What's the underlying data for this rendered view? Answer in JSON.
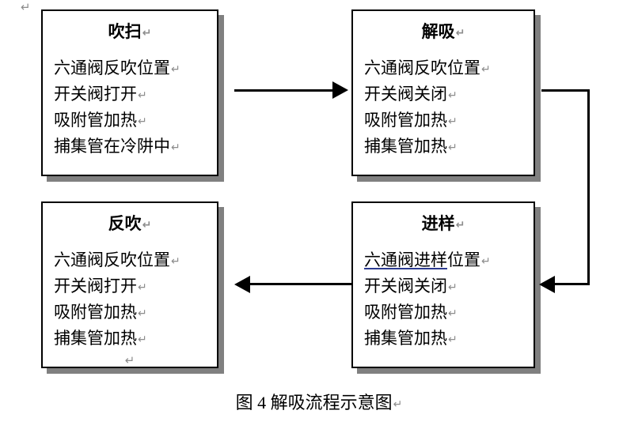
{
  "document": {
    "top_return_mark": "↵",
    "return_mark": "↵"
  },
  "diagram": {
    "type": "flowchart",
    "boxes": [
      {
        "id": "purge",
        "title": "吹扫",
        "lines": [
          "六通阀反吹位置",
          "开关阀打开",
          "吸附管加热",
          "捕集管在冷阱中"
        ],
        "trailing_mark": ""
      },
      {
        "id": "desorb",
        "title": "解吸",
        "lines": [
          "六通阀反吹位置",
          "开关阀关闭",
          "吸附管加热",
          "捕集管加热"
        ],
        "trailing_mark": ""
      },
      {
        "id": "backflush",
        "title": "反吹",
        "lines": [
          "六通阀反吹位置",
          "开关阀打开",
          "吸附管加热",
          "捕集管加热"
        ],
        "trailing_mark": "↵"
      },
      {
        "id": "inject",
        "title": "进样",
        "lines": [
          "六通阀进样位置",
          "开关阀关闭",
          "吸附管加热",
          "捕集管加热"
        ],
        "underline": {
          "line_index": 0,
          "underlined_text": "六通阀进样",
          "rest_text": "位置",
          "color": "#2b3a8f"
        },
        "trailing_mark": ""
      }
    ],
    "connectors": [
      {
        "id": "purge-to-desorb",
        "from": "purge",
        "to": "desorb",
        "direction": "right"
      },
      {
        "id": "desorb-to-inject",
        "from": "desorb",
        "to": "inject",
        "direction": "elbow-right-down-left"
      },
      {
        "id": "inject-to-backflush",
        "from": "inject",
        "to": "backflush",
        "direction": "left"
      }
    ]
  },
  "caption": {
    "text": "图 4  解吸流程示意图",
    "return_mark": "↵"
  },
  "colors": {
    "text": "#000000",
    "box_border": "#000000",
    "box_shadow": "#808080",
    "mark": "#8c8c8c",
    "underline": "#2b3a8f",
    "background": "#ffffff"
  }
}
